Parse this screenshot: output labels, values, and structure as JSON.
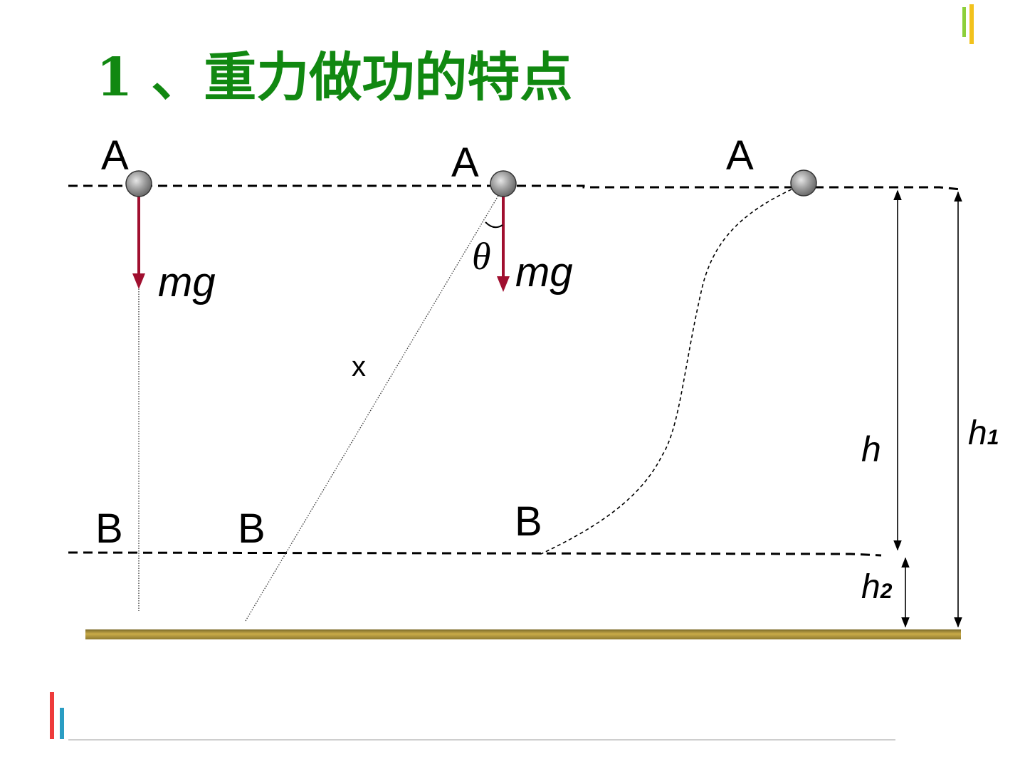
{
  "title": "1 、重力做功的特点",
  "colors": {
    "title": "#118811",
    "force_arrow": "#a00f2f",
    "ball": "#a8a8a8",
    "ground": "#b59a3c",
    "deco_top_green": "#8ccf3a",
    "deco_top_yellow": "#f2c21c",
    "deco_bottom_red": "#ee3b3b",
    "deco_bottom_blue": "#2a9dc3"
  },
  "labels": {
    "a1": "A",
    "a2": "A",
    "a3": "A",
    "b1": "B",
    "b2": "B",
    "b3": "B",
    "mg1": "mg",
    "mg2": "mg",
    "theta": "θ",
    "x": "x",
    "h": "h",
    "h1_base": "h",
    "h1_sub": "1",
    "h2_base": "h",
    "h2_sub": "2"
  }
}
